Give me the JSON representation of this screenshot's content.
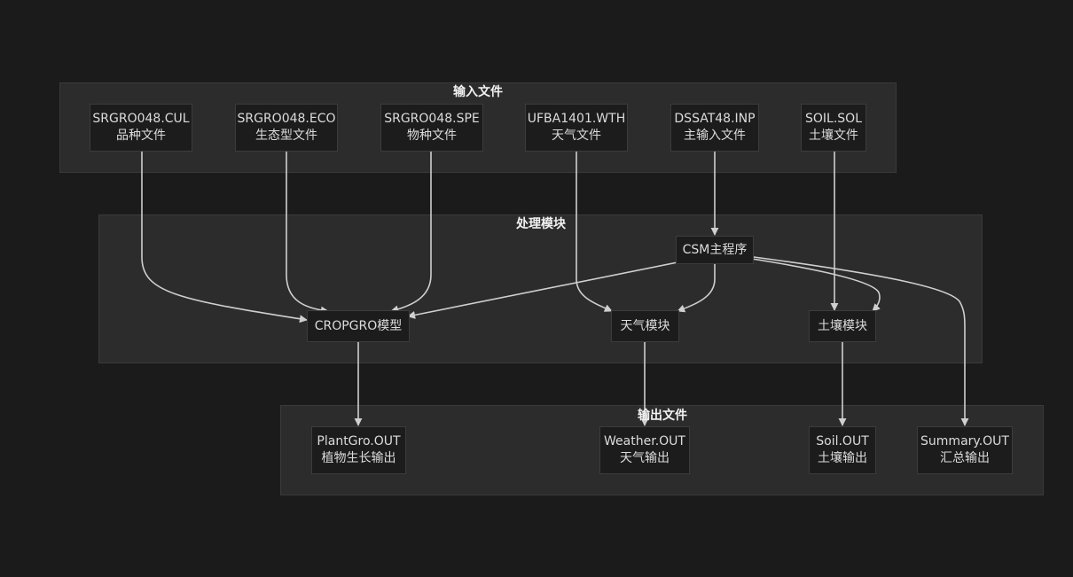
{
  "groups": {
    "input": {
      "title": "输入文件"
    },
    "process": {
      "title": "处理模块"
    },
    "output": {
      "title": "输出文件"
    }
  },
  "nodes": {
    "cul": {
      "line1": "SRGRO048.CUL",
      "line2": "品种文件"
    },
    "eco": {
      "line1": "SRGRO048.ECO",
      "line2": "生态型文件"
    },
    "spe": {
      "line1": "SRGRO048.SPE",
      "line2": "物种文件"
    },
    "wth": {
      "line1": "UFBA1401.WTH",
      "line2": "天气文件"
    },
    "inp": {
      "line1": "DSSAT48.INP",
      "line2": "主输入文件"
    },
    "sol": {
      "line1": "SOIL.SOL",
      "line2": "土壤文件"
    },
    "csm": {
      "line1": "CSM主程序"
    },
    "cropgro": {
      "line1": "CROPGRO模型"
    },
    "weather": {
      "line1": "天气模块"
    },
    "soil": {
      "line1": "土壤模块"
    },
    "plantgro_out": {
      "line1": "PlantGro.OUT",
      "line2": "植物生长输出"
    },
    "weather_out": {
      "line1": "Weather.OUT",
      "line2": "天气输出"
    },
    "soil_out": {
      "line1": "Soil.OUT",
      "line2": "土壤输出"
    },
    "summary_out": {
      "line1": "Summary.OUT",
      "line2": "汇总输出"
    }
  },
  "colors": {
    "background": "#1b1b1b",
    "group_fill": "#2c2c2c",
    "node_fill": "#1c1c1c",
    "edge": "#cfcfcf",
    "text": "#dcdcdc"
  }
}
